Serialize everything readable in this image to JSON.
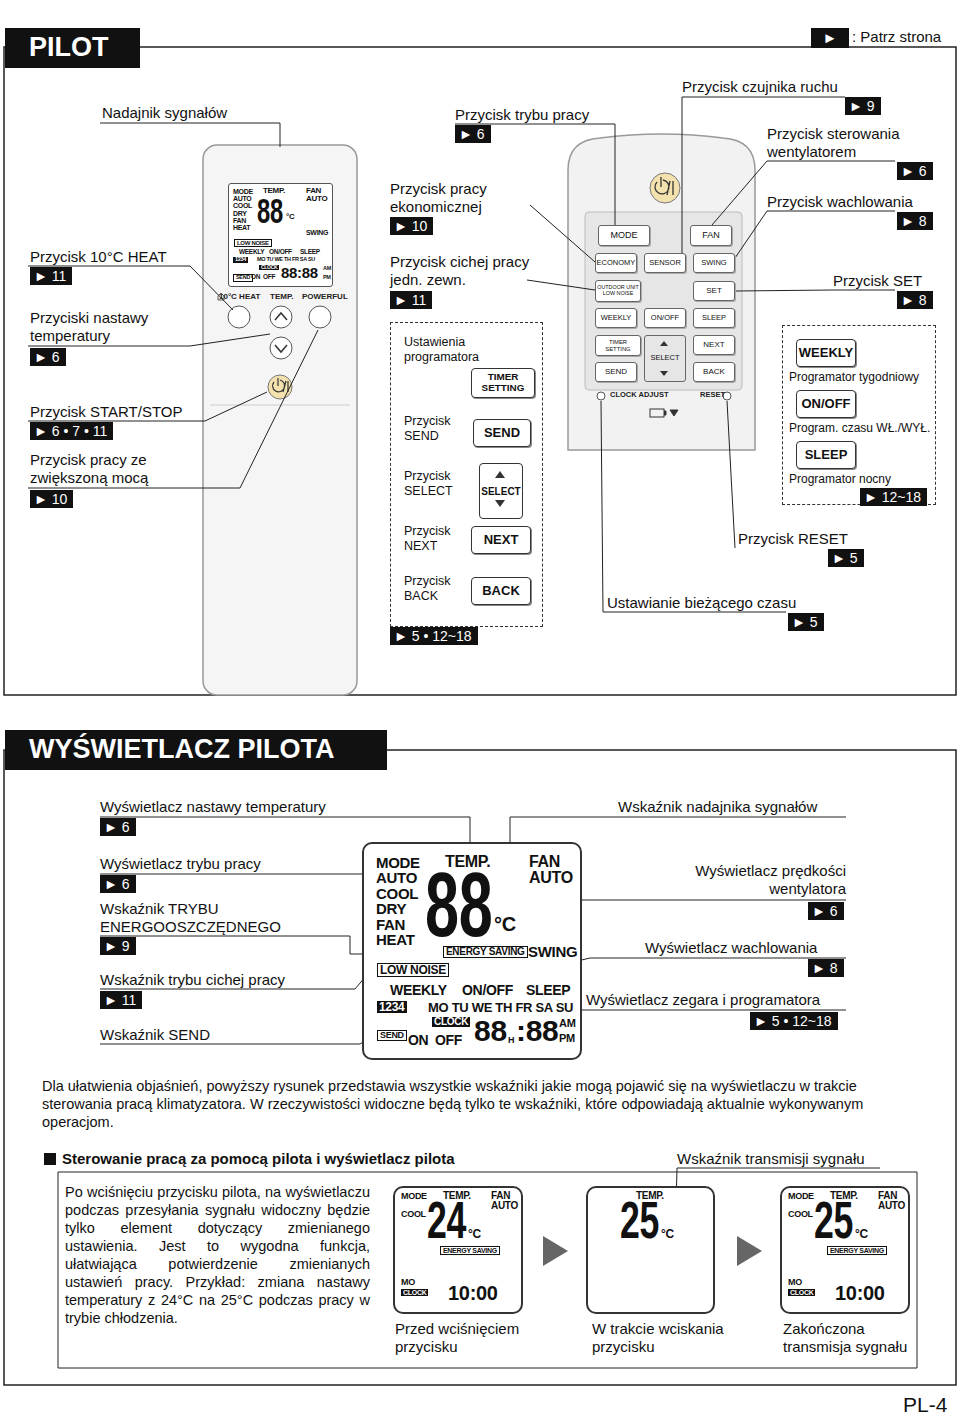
{
  "diagram": {
    "nodes": [
      {
        "text": [
          "PILOT"
        ]
      },
      {
        "text": [
          "10°C HEAT",
          "TEMP.",
          "POWERFUL"
        ]
      },
      {
        "text": [
          "MODE AUTO COOL DRY FAN HEAT",
          "TEMP.",
          "88",
          "°C",
          "FAN",
          "AUTO",
          "SWING",
          "LOW NOISE",
          "WEEKLY",
          "ON/OFF",
          "SLEEP",
          "1234",
          "MO TU WE TH FR SA SU",
          "SEND",
          "CLOCK",
          "ON",
          "OFF",
          "88:88",
          "AM",
          "PM"
        ],
        "in": 1
      },
      {
        "text": [
          "Ustawienia programatora",
          "Przycisk SEND",
          "Przycisk SELECT",
          "Przycisk NEXT",
          "Przycisk BACK"
        ]
      },
      {
        "text": [
          "TIMER SETTING"
        ],
        "in": 3
      },
      {
        "text": [
          "SEND"
        ],
        "in": 3
      },
      {
        "text": [
          "SELECT"
        ],
        "in": 3
      },
      {
        "text": [
          "NEXT"
        ],
        "in": 3
      },
      {
        "text": [
          "BACK"
        ],
        "in": 3
      },
      {
        "text": [
          "CLOCK ADJUST",
          "RESET"
        ]
      },
      {
        "text": [
          "MODE"
        ],
        "in": 9
      },
      {
        "text": [
          "FAN"
        ],
        "in": 9
      },
      {
        "text": [
          "ECONOMY"
        ],
        "in": 9
      },
      {
        "text": [
          "SENSOR"
        ],
        "in": 9
      },
      {
        "text": [
          "SWING"
        ],
        "in": 9
      },
      {
        "text": [
          "OUTDOOR UNIT LOW NOISE"
        ],
        "in": 9
      },
      {
        "text": [
          "SET"
        ],
        "in": 9
      },
      {
        "text": [
          "WEEKLY"
        ],
        "in": 9
      },
      {
        "text": [
          "ON/OFF"
        ],
        "in": 9
      },
      {
        "text": [
          "SLEEP"
        ],
        "in": 9
      },
      {
        "text": [
          "TIMER SETTING"
        ],
        "in": 9
      },
      {
        "text": [
          "SELECT"
        ],
        "in": 9
      },
      {
        "text": [
          "NEXT"
        ],
        "in": 9
      },
      {
        "text": [
          "SEND"
        ],
        "in": 9
      },
      {
        "text": [
          "BACK"
        ],
        "in": 9
      },
      {
        "text": [
          "Programator tygodniowy",
          "Program. czasu WŁ./WYŁ.",
          "Programator nocny"
        ]
      },
      {
        "text": [
          "WEEKLY"
        ],
        "in": 25
      },
      {
        "text": [
          "ON/OFF"
        ],
        "in": 25
      },
      {
        "text": [
          "SLEEP"
        ],
        "in": 25
      },
      {
        "text": [
          "WYŚWIETLACZ PILOTA"
        ]
      },
      {
        "text": [
          "MODE AUTO COOL DRY FAN HEAT",
          "TEMP.",
          "88",
          "°C",
          "FAN",
          "AUTO",
          "ENERGY SAVING",
          "SWING",
          "LOW NOISE",
          "WEEKLY",
          "ON/OFF",
          "SLEEP",
          "1234",
          "MO TU WE TH FR SA SU",
          "SEND",
          "CLOCK",
          "ON",
          "OFF",
          "88",
          "H",
          ":88",
          "AM",
          "PM"
        ]
      },
      {
        "text": [
          "MODE",
          "COOL",
          "TEMP.",
          "24",
          "°C",
          "FAN",
          "AUTO",
          "ENERGY SAVING",
          "MO",
          "CLOCK",
          "10:00"
        ]
      },
      {
        "text": [
          "TEMP.",
          "25",
          "°C"
        ]
      },
      {
        "text": [
          "MODE",
          "COOL",
          "TEMP.",
          "25",
          "°C",
          "FAN",
          "AUTO",
          "ENERGY SAVING",
          "MO",
          "CLOCK",
          "10:00"
        ]
      }
    ],
    "labels": [
      "►",
      ": Patrz strona",
      "Nadajnik sygnałów",
      "Przycisk trybu pracy",
      "► 6",
      "Przycisk czujnika ruchu",
      "► 9",
      "Przycisk sterowania wentylatorem",
      "► 6",
      "Przycisk wachlowania",
      "► 8",
      "Przycisk 10°C HEAT",
      "► 11",
      "Przycisk pracy ekonomicznej",
      "► 10",
      "Przycisk cichej pracy jedn. zewn.",
      "► 11",
      "Przycisk SET",
      "► 8",
      "Przyciski nastawy temperatury",
      "► 6",
      "Przycisk START/STOP",
      "► 6 • 7 • 11",
      "Przycisk pracy ze zwiększoną mocą",
      "► 10",
      "► 12~18",
      "Przycisk RESET",
      "► 5",
      "Ustawianie bieżącego czasu",
      "► 5",
      "► 5 • 12~18",
      "Wyświetlacz nastawy temperatury",
      "► 6",
      "Wskaźnik nadajnika sygnałów",
      "Wyświetlacz trybu pracy",
      "► 6",
      "Wyświetlacz prędkości wentylatora",
      "► 6",
      "Wskaźnik TRYBU ENERGOOSZCZĘDNEGO",
      "► 9",
      "Wyświetlacz wachlowania",
      "► 8",
      "Wskaźnik trybu cichej pracy",
      "► 11",
      "Wyświetlacz zegara i programatora",
      "► 5 • 12~18",
      "Wskaźnik SEND",
      "Dla ułatwienia objaśnień, powyższy rysunek przedstawia wszystkie wskaźniki jakie mogą pojawić się na wyświetlaczu w trakcie sterowania pracą klimatyzatora. W rzeczywistości widoczne będą tylko te wskaźniki, które odpowiadają aktualnie wykonywanym operacjom.",
      "Sterowanie pracą za pomocą pilota i wyświetlacz pilota",
      "Wskaźnik transmisji sygnału",
      "Po wciśnięciu przycisku pilota, na wyświetlaczu podczas przesyłania sygnału widoczny będzie tylko element dotyczący zmienianego ustawienia. Jest to wygodna funkcja, ułatwiająca potwierdzenie zmienianych ustawień pracy. Przykład: zmiana nastawy temperatury z 24°C na 25°C podczas pracy w trybie chłodzenia.",
      "Przed wciśnięciem przycisku",
      "W trakcie wciskania przycisku",
      "Zakończona transmisja sygnału",
      "PL-4"
    ]
  }
}
